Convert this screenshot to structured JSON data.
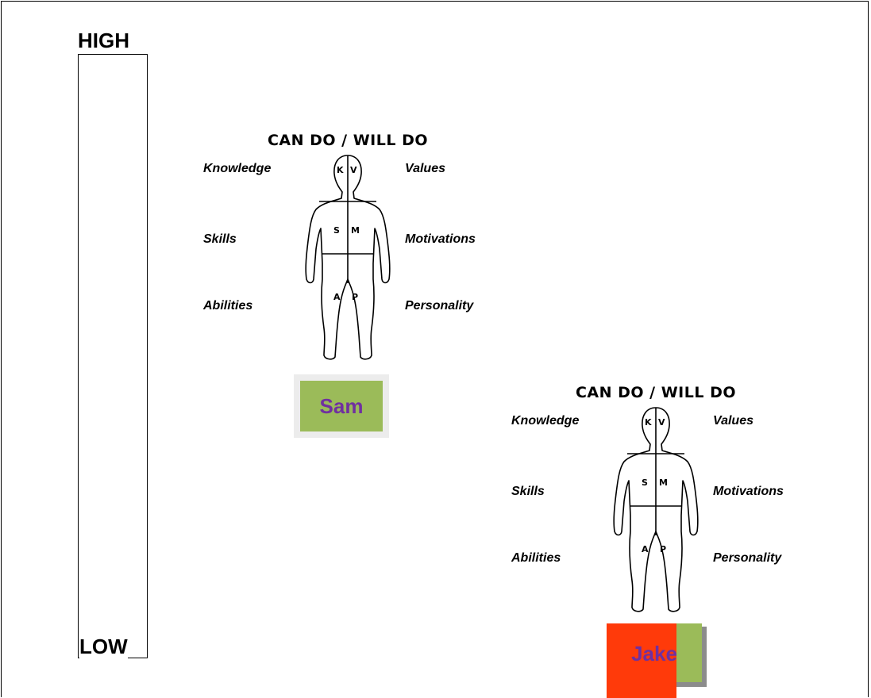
{
  "scale": {
    "high_label": "HIGH",
    "low_label": "LOW"
  },
  "figures": [
    {
      "title": "CAN DO / WILL DO",
      "left_labels": [
        "Knowledge",
        "Skills",
        "Abilities"
      ],
      "right_labels": [
        "Values",
        "Motivations",
        "Personality"
      ],
      "body_letters": {
        "head": [
          "K",
          "V"
        ],
        "torso": [
          "S",
          "M"
        ],
        "legs": [
          "A",
          "P"
        ]
      },
      "name": "Sam"
    },
    {
      "title": "CAN DO / WILL DO",
      "left_labels": [
        "Knowledge",
        "Skills",
        "Abilities"
      ],
      "right_labels": [
        "Values",
        "Motivations",
        "Personality"
      ],
      "body_letters": {
        "head": [
          "K",
          "V"
        ],
        "torso": [
          "S",
          "M"
        ],
        "legs": [
          "A",
          "P"
        ]
      },
      "name": "Jake"
    }
  ],
  "colors": {
    "sam_card": "#9bbb59",
    "jake_card_red": "#ff3a0a",
    "jake_card_green": "#9bbb59",
    "name_text": "#7030a0"
  }
}
